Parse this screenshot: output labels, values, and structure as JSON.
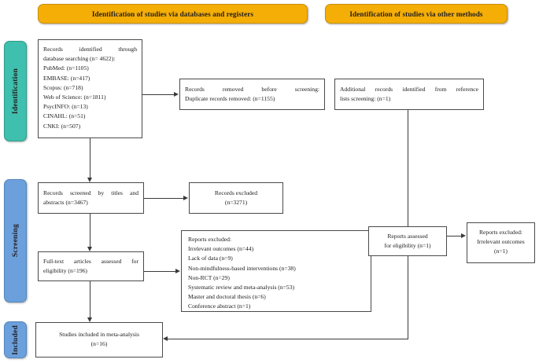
{
  "banners": [
    {
      "id": "databases-registers",
      "label": "Identification of studies via databases and registers"
    },
    {
      "id": "other-methods",
      "label": "Identification of studies via other methods"
    }
  ],
  "stages": [
    {
      "id": "identification",
      "label": "Identification",
      "color": "#3FBFAD"
    },
    {
      "id": "screening",
      "label": "Screening",
      "color": "#6CA0DC"
    },
    {
      "id": "included",
      "label": "Included",
      "color": "#6CA0DC"
    }
  ],
  "boxes": {
    "records_identified": {
      "lines": [
        "Records identified through",
        "database searching (n= 4622):",
        "PubMed: (n=1105)",
        "EMBASE: (n=417)",
        "Scopus: (n=718)",
        "Web of Science: (n=1811)",
        "PsycINFO: (n=13)",
        "CINAHL: (n=51)",
        "CNKI: (n=507)"
      ]
    },
    "records_removed": {
      "lines": [
        "Records removed before screening:",
        "Duplicate records removed: (n=1155)"
      ]
    },
    "additional_records": {
      "lines": [
        "Additional records identified from reference",
        "lists screening: (n=1)"
      ]
    },
    "records_screened": {
      "lines": [
        "Records screened by titles and",
        "abstracts (n=3467)"
      ]
    },
    "records_excluded": {
      "lines": [
        "Records excluded",
        "(n=3271)"
      ]
    },
    "fulltext_assessed": {
      "lines": [
        "Full-text articles assessed for",
        "eligibility (n=196)"
      ]
    },
    "reports_excluded": {
      "lines": [
        "Reports excluded:",
        "Irrelevant outcomes (n=44)",
        "Lack of data (n=9)",
        "Non-mindfulness-based interventions (n=38)",
        "Non-RCT (n=29)",
        "Systematic review and meta-analysis (n=53)",
        "Master and doctoral thesis (n=6)",
        "Conference abstract (n=1)"
      ]
    },
    "reports_assessed": {
      "lines": [
        "Reports assessed",
        "for eligibility (n=1)"
      ]
    },
    "reports_excluded_other": {
      "lines": [
        "Reports excluded:",
        "Irrelevant outcomes",
        "(n=1)"
      ]
    },
    "studies_included": {
      "lines": [
        "Studies included in meta-analysis",
        "(n=16)"
      ]
    }
  },
  "colors": {
    "banner": "#F5AE06",
    "identification_tab": "#3FBFAD",
    "screening_tab": "#6CA0DC",
    "included_tab": "#6CA0DC",
    "box_border": "#4a4a4a",
    "connector": "#3a3a3a"
  }
}
